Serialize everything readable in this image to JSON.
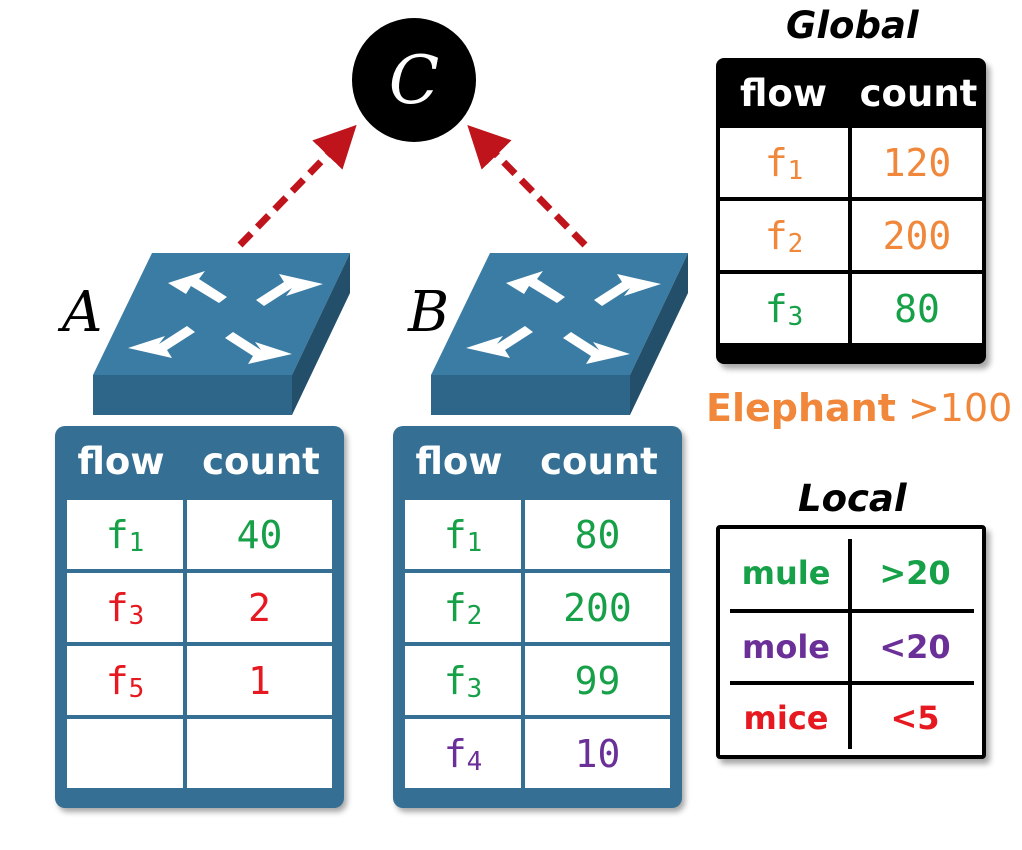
{
  "colors": {
    "switch_blue": "#356f93",
    "arrow_red": "#c0141c",
    "green": "#16a048",
    "red": "#e5191f",
    "purple": "#6b2f98",
    "orange": "#f0873a"
  },
  "controller": {
    "label": "C"
  },
  "switches": [
    {
      "label": "A",
      "table": {
        "headers": [
          "flow",
          "count"
        ],
        "rows": [
          {
            "flow": "f",
            "sub": "1",
            "count": "40",
            "color": "#16a048"
          },
          {
            "flow": "f",
            "sub": "3",
            "count": "2",
            "color": "#e5191f"
          },
          {
            "flow": "f",
            "sub": "5",
            "count": "1",
            "color": "#e5191f"
          },
          {
            "flow": "",
            "sub": "",
            "count": "",
            "color": "#000000"
          }
        ]
      }
    },
    {
      "label": "B",
      "table": {
        "headers": [
          "flow",
          "count"
        ],
        "rows": [
          {
            "flow": "f",
            "sub": "1",
            "count": "80",
            "color": "#16a048"
          },
          {
            "flow": "f",
            "sub": "2",
            "count": "200",
            "color": "#16a048"
          },
          {
            "flow": "f",
            "sub": "3",
            "count": "99",
            "color": "#16a048"
          },
          {
            "flow": "f",
            "sub": "4",
            "count": "10",
            "color": "#6b2f98"
          }
        ]
      }
    }
  ],
  "global": {
    "title": "Global",
    "headers": [
      "flow",
      "count"
    ],
    "rows": [
      {
        "flow": "f",
        "sub": "1",
        "count": "120",
        "color": "#f0873a"
      },
      {
        "flow": "f",
        "sub": "2",
        "count": "200",
        "color": "#f0873a"
      },
      {
        "flow": "f",
        "sub": "3",
        "count": "80",
        "color": "#16a048"
      }
    ]
  },
  "elephant": {
    "label": "Elephant",
    "threshold": ">100"
  },
  "local": {
    "title": "Local",
    "rows": [
      {
        "name": "mule",
        "threshold": ">20",
        "color": "#16a048"
      },
      {
        "name": "mole",
        "threshold": "<20",
        "color": "#6b2f98"
      },
      {
        "name": "mice",
        "threshold": "<5",
        "color": "#e5191f"
      }
    ]
  }
}
